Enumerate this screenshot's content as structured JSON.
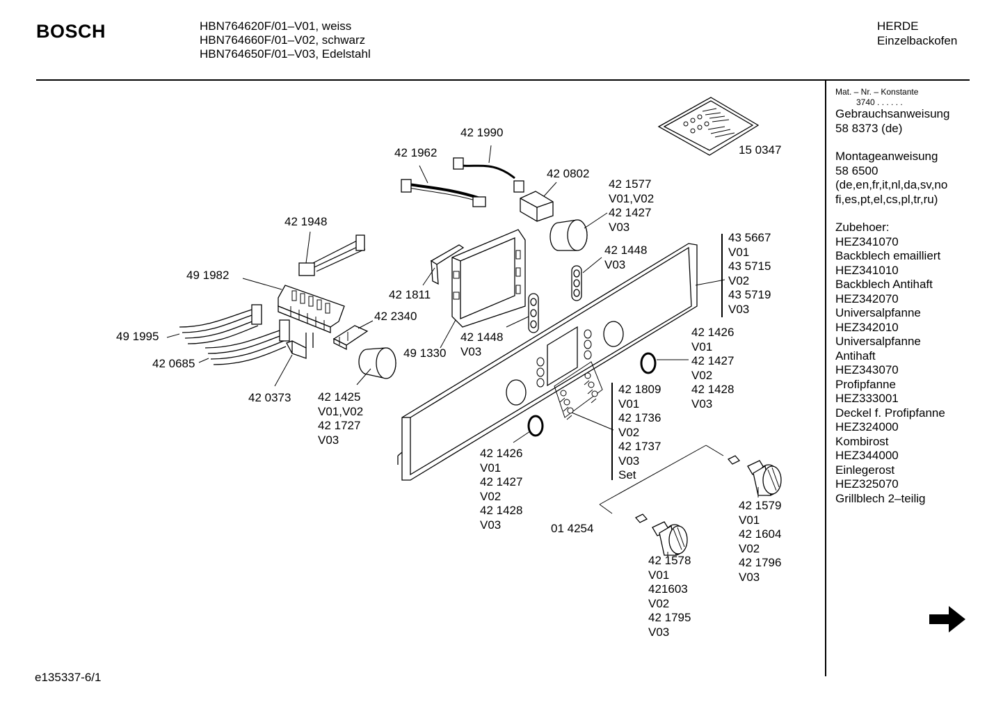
{
  "header": {
    "brand": "BOSCH",
    "models": [
      "HBN764620F/01–V01, weiss",
      "HBN764660F/01–V02, schwarz",
      "HBN764650F/01–V03, Edelstahl"
    ],
    "category": [
      "HERDE",
      "Einzelbackofen"
    ]
  },
  "sidebar": {
    "mat_label": "Mat. – Nr. – Konstante",
    "mat_value": "3740 . . . . . .",
    "lines_a": [
      "Gebrauchsanweisung",
      "58 8373 (de)"
    ],
    "lines_b": [
      "Montageanweisung",
      "58 6500",
      "(de,en,fr,it,nl,da,sv,no",
      "fi,es,pt,el,cs,pl,tr,ru)"
    ],
    "lines_c": [
      "Zubehoer:",
      "HEZ341070",
      "Backblech emailliert",
      "HEZ341010",
      "Backblech Antihaft",
      "HEZ342070",
      "Universalpfanne",
      "HEZ342010",
      "Universalpfanne",
      "Antihaft",
      "HEZ343070",
      "Profipfanne",
      "HEZ333001",
      "Deckel f. Profipfanne",
      "HEZ324000",
      "Kombirost",
      "HEZ344000",
      "Einlegerost",
      "HEZ325070",
      "Grillblech 2–teilig"
    ]
  },
  "footer": {
    "code": "e135337-6/1"
  },
  "parts": {
    "p150347": [
      "15 0347"
    ],
    "p421990": [
      "42 1990"
    ],
    "p421962": [
      "42 1962"
    ],
    "p420802": [
      "42 0802"
    ],
    "p421577": [
      "42 1577",
      "V01,V02",
      "42 1427",
      "V03"
    ],
    "p421948": [
      "42 1948"
    ],
    "p421448a": [
      "42 1448",
      "V03"
    ],
    "p435667": [
      "43 5667",
      "V01",
      "43 5715",
      "V02",
      "43 5719",
      "V03"
    ],
    "p491982": [
      "49 1982"
    ],
    "p421811": [
      "42 1811"
    ],
    "p422340": [
      "42 2340"
    ],
    "p491995": [
      "49 1995"
    ],
    "p421448b": [
      "42 1448",
      "V03"
    ],
    "p491330": [
      "49 1330"
    ],
    "p420685": [
      "42 0685"
    ],
    "p421426a": [
      "42 1426",
      "V01",
      "42 1427",
      "V02",
      "42 1428",
      "V03"
    ],
    "p420373": [
      "42 0373"
    ],
    "p421425": [
      "42 1425",
      "V01,V02",
      "42 1727",
      "V03"
    ],
    "p421809": [
      "42 1809",
      "V01",
      "42 1736",
      "V02",
      "42 1737",
      "V03",
      "Set"
    ],
    "p421426b": [
      "42 1426",
      "V01",
      "42 1427",
      "V02",
      "42 1428",
      "V03"
    ],
    "p421579": [
      "42 1579",
      "V01",
      "42 1604",
      "V02",
      "42 1796",
      "V03"
    ],
    "p014254": [
      "01 4254"
    ],
    "p421578": [
      "42 1578",
      "V01",
      "421603",
      "V02",
      "42 1795",
      "V03"
    ]
  }
}
